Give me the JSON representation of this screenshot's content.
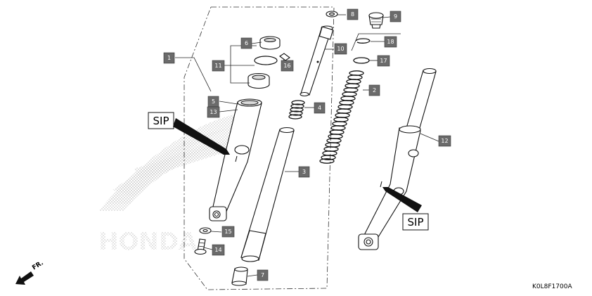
{
  "diagram_code": "K0L8F1700A",
  "direction_label": "FR.",
  "sip_labels": [
    "SIP",
    "SIP"
  ],
  "watermark_text": "HONDA",
  "callouts": [
    "1",
    "2",
    "3",
    "4",
    "5",
    "6",
    "7",
    "8",
    "9",
    "10",
    "11",
    "12",
    "13",
    "14",
    "15",
    "16",
    "17",
    "18"
  ]
}
